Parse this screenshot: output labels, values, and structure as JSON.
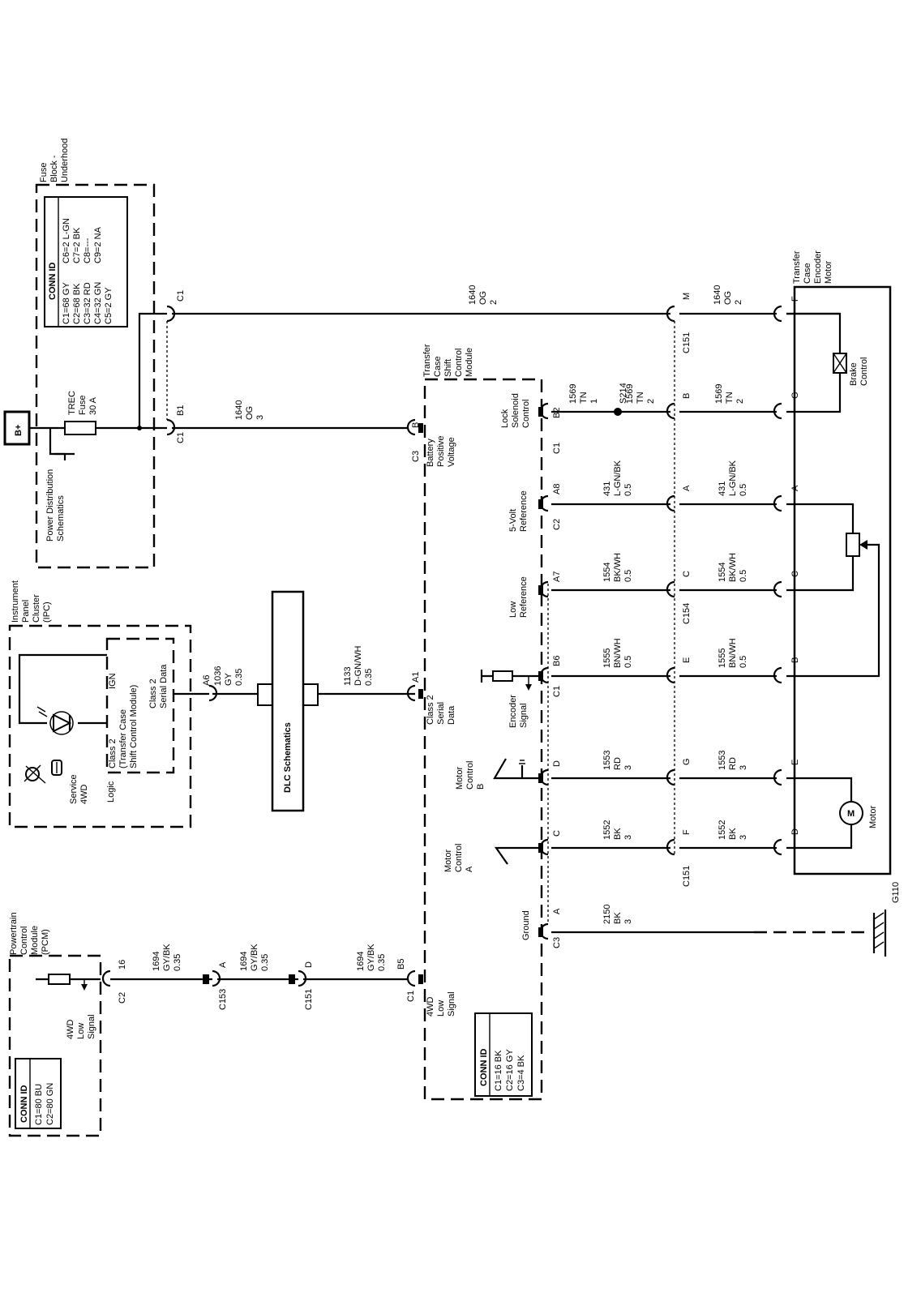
{
  "fuse_block": {
    "title": [
      "Fuse",
      "Block -",
      "Underhood"
    ],
    "conn_id_title": "CONN ID",
    "conn_id": [
      "C1=68 GY",
      "C2=68 BK",
      "C3=32 RD",
      "C4=32 GN",
      "C5=2 GY",
      "C6=2 L-GN",
      "C7=2 BK",
      "C8=---",
      "C9=2 NA"
    ],
    "power_label": [
      "Power Distribution",
      "Schematics"
    ],
    "battery": "B+",
    "fuse_label": [
      "TREC",
      "Fuse",
      "30 A"
    ],
    "c1_label": "C1",
    "c1_upper": "C1",
    "b1": "B1"
  },
  "ipc": {
    "title": [
      "Instrument",
      "Panel",
      "Cluster",
      "(IPC)"
    ],
    "ign": "IGN",
    "class2_right": [
      "Class 2",
      "Serial Data"
    ],
    "class2_left": [
      "Class 2",
      "(Transfer Case",
      "Shift Control Module)"
    ],
    "service": [
      "Service",
      "4WD"
    ],
    "logic": "Logic",
    "pin": "A6"
  },
  "pcm": {
    "title": [
      "Powertrain",
      "Control",
      "Module",
      "(PCM)"
    ],
    "conn_id_title": "CONN ID",
    "conn_id": [
      "C1=80 BU",
      "C2=80 GN"
    ],
    "signal": [
      "4WD",
      "Low",
      "Signal"
    ],
    "conn": "C2",
    "pin": "16"
  },
  "dlc": "DLC Schematics",
  "tcscm": {
    "title": [
      "Transfer",
      "Case",
      "Shift",
      "Control",
      "Module"
    ],
    "conn_id_title": "CONN ID",
    "conn_id": [
      "C1=16 BK",
      "C2=16 GY",
      "C3=4 BK"
    ],
    "battery": [
      "Battery",
      "Positive",
      "Voltage"
    ],
    "class2": [
      "Class 2",
      "Serial",
      "Data"
    ],
    "low_signal": [
      "4WD",
      "Low",
      "Signal"
    ],
    "lock": [
      "Lock",
      "Solenoid",
      "Control"
    ],
    "five_volt": [
      "5-Volt",
      "Reference"
    ],
    "low_ref": [
      "Low",
      "Reference"
    ],
    "encoder": [
      "Encoder",
      "Signal"
    ],
    "motor_b": [
      "Motor",
      "Control",
      "B"
    ],
    "motor_a": [
      "Motor",
      "Control",
      "A"
    ],
    "ground": "Ground",
    "pins": {
      "c3_b": "B",
      "c3": "C3",
      "a1": "A1",
      "b5": "B5",
      "c1": "C1",
      "b2": "B2",
      "a8": "A8",
      "a7": "A7",
      "b6": "B6",
      "d": "D",
      "c": "C",
      "a": "A",
      "c1_lock": "C1",
      "c2": "C2",
      "c1_enc": "C1",
      "c3_gnd": "C3"
    }
  },
  "motor": {
    "title": [
      "Transfer",
      "Case",
      "Encoder",
      "Motor"
    ],
    "brake": [
      "Brake",
      "Control"
    ],
    "motor_label": "Motor",
    "motor_symbol": "M",
    "pins": [
      "F",
      "G",
      "A",
      "C",
      "B",
      "E",
      "D"
    ]
  },
  "connectors": {
    "c151_top": "C151",
    "c151_bottom": "C151",
    "c151_left": "C151",
    "c154": "C154",
    "c153": "C153",
    "mid_pins": [
      "M",
      "B",
      "A",
      "C",
      "E",
      "G",
      "F"
    ],
    "c153_pin": "A",
    "c151_pin": "D"
  },
  "splice": "S214",
  "ground_id": "G110",
  "wires": {
    "w1640_top": [
      "1640",
      "OG",
      "2"
    ],
    "w1640_right": [
      "1640",
      "OG",
      "2"
    ],
    "w1640_mid": [
      "1640",
      "OG",
      "3"
    ],
    "w1569_a": [
      "1569",
      "TN",
      "1"
    ],
    "w1569_b": [
      "1569",
      "TN",
      "2"
    ],
    "w1569_c": [
      "1569",
      "TN",
      "2"
    ],
    "w431_a": [
      "431",
      "L-GN/BK",
      "0.5"
    ],
    "w431_b": [
      "431",
      "L-GN/BK",
      "0.5"
    ],
    "w1554_a": [
      "1554",
      "BK/WH",
      "0.5"
    ],
    "w1554_b": [
      "1554",
      "BK/WH",
      "0.5"
    ],
    "w1555_a": [
      "1555",
      "BN/WH",
      "0.5"
    ],
    "w1555_b": [
      "1555",
      "BN/WH",
      "0.5"
    ],
    "w1553_a": [
      "1553",
      "RD",
      "3"
    ],
    "w1553_b": [
      "1553",
      "RD",
      "3"
    ],
    "w1552_a": [
      "1552",
      "BK",
      "3"
    ],
    "w1552_b": [
      "1552",
      "BK",
      "3"
    ],
    "w2150": [
      "2150",
      "BK",
      "3"
    ],
    "w1036": [
      "1036",
      "GY",
      "0.35"
    ],
    "w1133": [
      "1133",
      "D-GN/WH",
      "0.35"
    ],
    "w1694_a": [
      "1694",
      "GY/BK",
      "0.35"
    ],
    "w1694_b": [
      "1694",
      "GY/BK",
      "0.35"
    ],
    "w1694_c": [
      "1694",
      "GY/BK",
      "0.35"
    ]
  }
}
